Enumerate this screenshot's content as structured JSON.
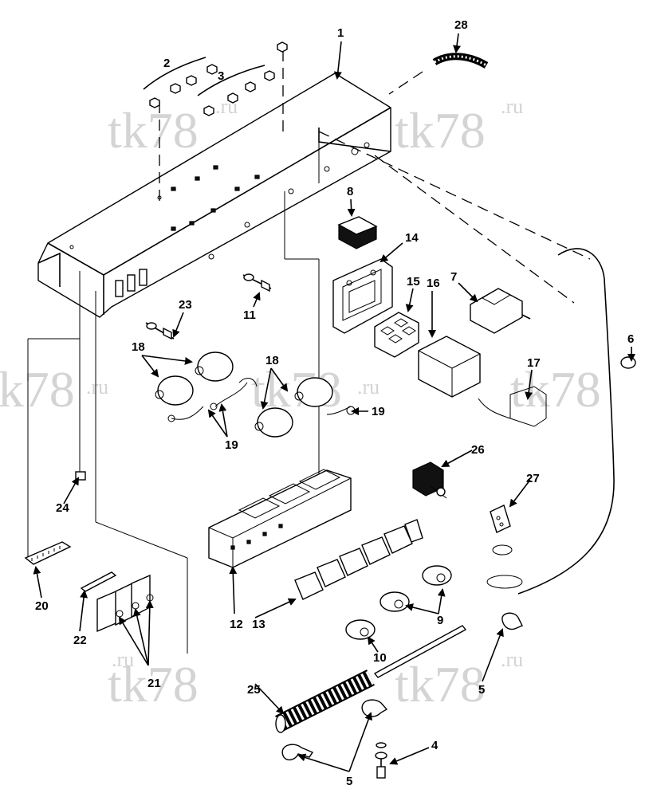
{
  "watermarks": [
    "tk78",
    "tk78",
    "tk78",
    "tk78",
    "tk78"
  ],
  "watermark_suffix": ".ru",
  "callouts": [
    "1",
    "2",
    "3",
    "28",
    "8",
    "14",
    "15",
    "16",
    "7",
    "6",
    "17",
    "11",
    "23",
    "18",
    "18",
    "19",
    "19",
    "26",
    "27",
    "24",
    "20",
    "22",
    "21",
    "12",
    "13",
    "9",
    "10",
    "5",
    "25",
    "5",
    "4"
  ]
}
